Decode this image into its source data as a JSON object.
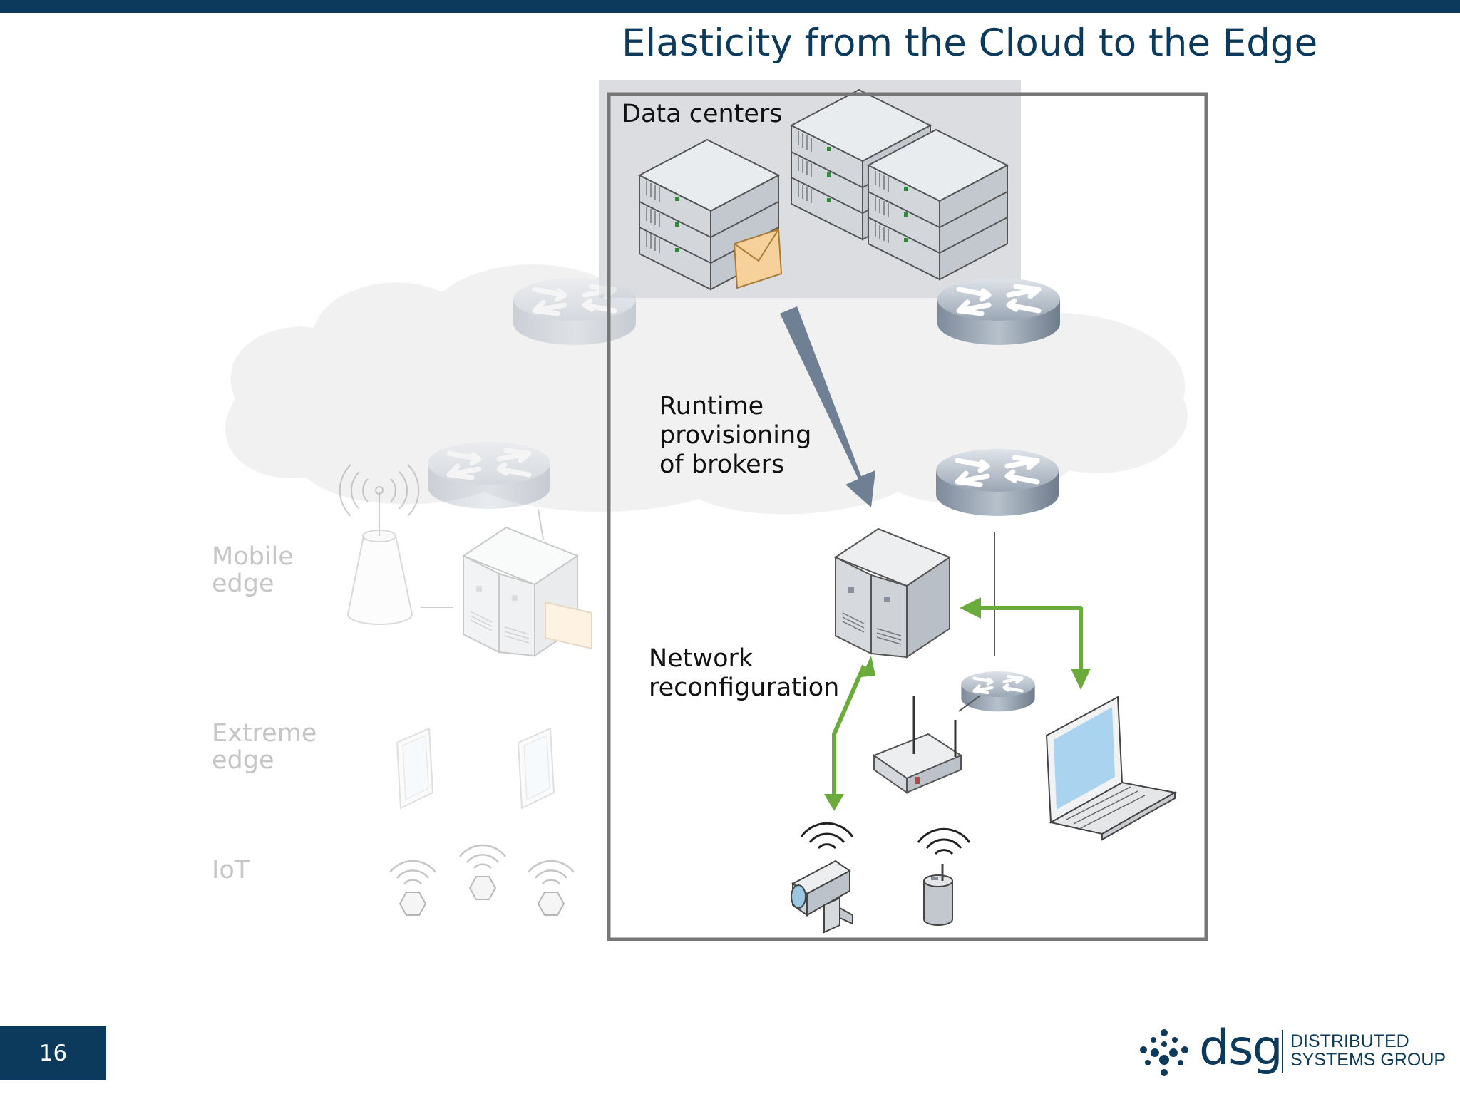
{
  "slide": {
    "title": "Elasticity from the Cloud to the Edge",
    "page_number": "16"
  },
  "labels": {
    "data_centers": "Data centers",
    "runtime_provisioning": "Runtime\nprovisioning\nof brokers",
    "network_reconfiguration": "Network\nreconfiguration",
    "mobile_edge": "Mobile\nedge",
    "extreme_edge": "Extreme\nedge",
    "iot": "IoT"
  },
  "logo": {
    "word": "dsg",
    "line1": "DISTRIBUTED",
    "line2": "SYSTEMS GROUP"
  },
  "colors": {
    "brand": "#0b3a5c",
    "green_arrow": "#6aab3c",
    "provision_arrow": "#6f7f94",
    "frame": "#777777",
    "faded_text": "#c6c6c6"
  },
  "icons": [
    "server-rack-icon",
    "router-icon",
    "envelope-icon",
    "cell-tower-icon",
    "edge-server-icon",
    "tablet-icon",
    "iot-sensor-icon",
    "wifi-router-icon",
    "laptop-icon",
    "camera-icon"
  ]
}
